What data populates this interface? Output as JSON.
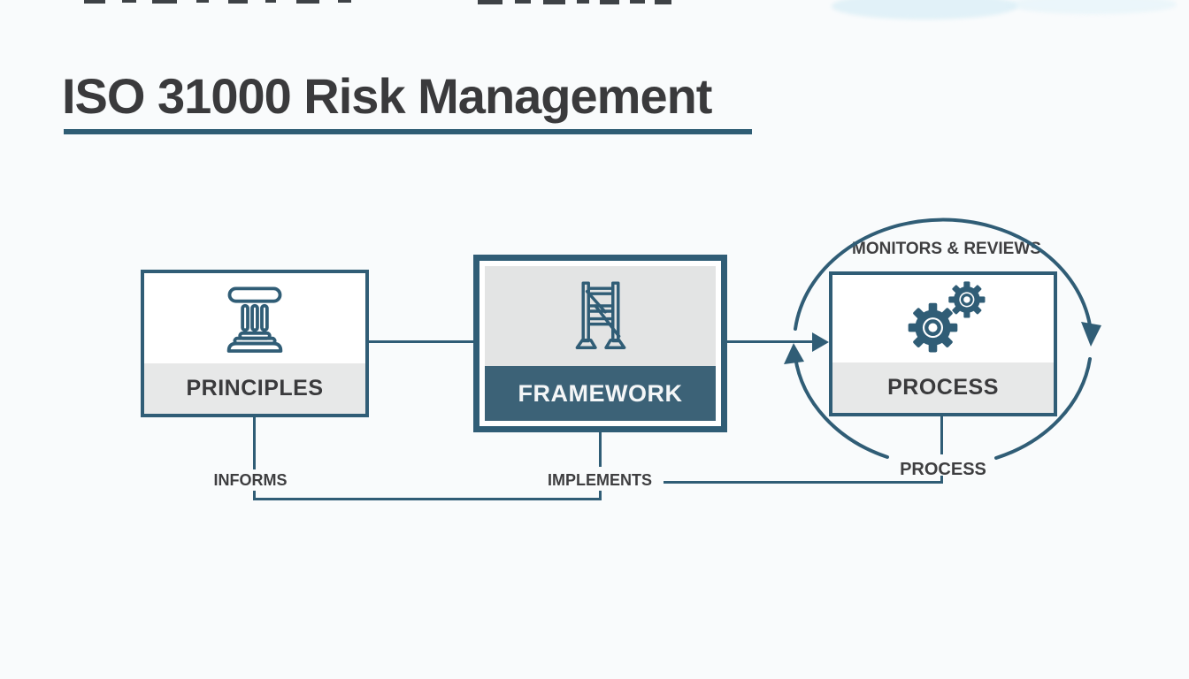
{
  "title": "ISO 31000 Risk Management",
  "colors": {
    "accent": "#305d76",
    "underline": "#2f5d74",
    "dark_band": "#3c6277",
    "gray_band": "#e7e8e8",
    "text_dark": "#3a3a3c",
    "background": "#f9fbfc"
  },
  "diagram": {
    "nodes": [
      {
        "id": "principles",
        "label": "PRINCIPLES",
        "icon": "pillar-icon",
        "emphasis": false
      },
      {
        "id": "framework",
        "label": "FRAMEWORK",
        "icon": "scaffold-icon",
        "emphasis": true
      },
      {
        "id": "process",
        "label": "PROCESS",
        "icon": "gears-icon",
        "emphasis": false
      }
    ],
    "edges": [
      {
        "from": "principles",
        "to": "framework",
        "label": "INFORMS"
      },
      {
        "from": "framework",
        "to": "process",
        "label": "IMPLEMENTS"
      }
    ],
    "cycle": {
      "top_label": "MONITORS & REVIEWS",
      "bottom_label": "PROCESS"
    }
  }
}
